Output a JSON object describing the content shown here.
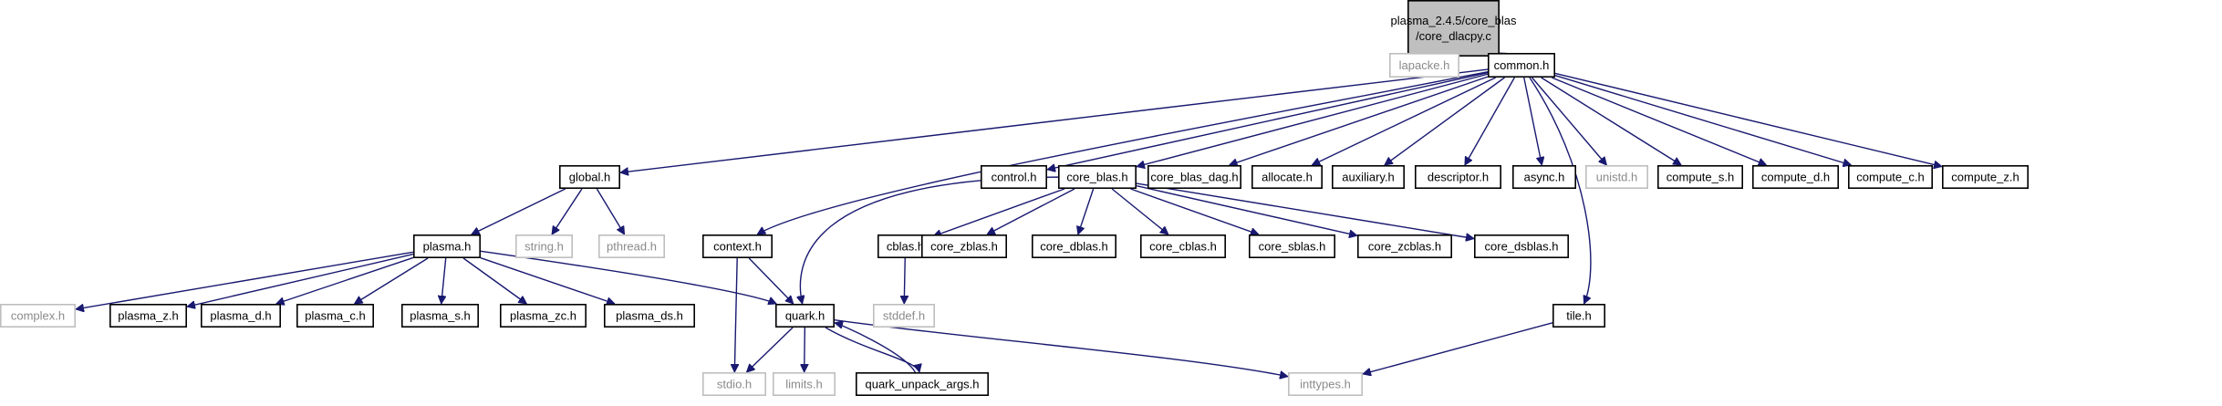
{
  "diagram": {
    "type": "include-dependency-graph",
    "colors": {
      "edge": "#191970",
      "root_fill": "#bfbfbf",
      "node_border": "#000000",
      "external_border": "#bfbfbf",
      "external_text": "#8a8a8a"
    },
    "nodes": [
      {
        "id": "root",
        "lines": [
          "plasma_2.4.5/core_blas",
          "/core_dlacpy.c"
        ],
        "style": "root"
      },
      {
        "id": "lapacke",
        "lines": [
          "lapacke.h"
        ],
        "style": "external"
      },
      {
        "id": "common",
        "lines": [
          "common.h"
        ],
        "style": "normal"
      },
      {
        "id": "global",
        "lines": [
          "global.h"
        ],
        "style": "normal"
      },
      {
        "id": "control",
        "lines": [
          "control.h"
        ],
        "style": "normal"
      },
      {
        "id": "core_blas",
        "lines": [
          "core_blas.h"
        ],
        "style": "normal"
      },
      {
        "id": "core_blas_dag",
        "lines": [
          "core_blas_dag.h"
        ],
        "style": "normal"
      },
      {
        "id": "allocate",
        "lines": [
          "allocate.h"
        ],
        "style": "normal"
      },
      {
        "id": "auxiliary",
        "lines": [
          "auxiliary.h"
        ],
        "style": "normal"
      },
      {
        "id": "descriptor",
        "lines": [
          "descriptor.h"
        ],
        "style": "normal"
      },
      {
        "id": "async",
        "lines": [
          "async.h"
        ],
        "style": "normal"
      },
      {
        "id": "unistd",
        "lines": [
          "unistd.h"
        ],
        "style": "external"
      },
      {
        "id": "compute_s",
        "lines": [
          "compute_s.h"
        ],
        "style": "normal"
      },
      {
        "id": "compute_d",
        "lines": [
          "compute_d.h"
        ],
        "style": "normal"
      },
      {
        "id": "compute_c",
        "lines": [
          "compute_c.h"
        ],
        "style": "normal"
      },
      {
        "id": "compute_z",
        "lines": [
          "compute_z.h"
        ],
        "style": "normal"
      },
      {
        "id": "plasma",
        "lines": [
          "plasma.h"
        ],
        "style": "normal"
      },
      {
        "id": "string",
        "lines": [
          "string.h"
        ],
        "style": "external"
      },
      {
        "id": "pthread",
        "lines": [
          "pthread.h"
        ],
        "style": "external"
      },
      {
        "id": "context",
        "lines": [
          "context.h"
        ],
        "style": "normal"
      },
      {
        "id": "cblas",
        "lines": [
          "cblas.h"
        ],
        "style": "normal"
      },
      {
        "id": "core_zblas",
        "lines": [
          "core_zblas.h"
        ],
        "style": "normal"
      },
      {
        "id": "core_dblas",
        "lines": [
          "core_dblas.h"
        ],
        "style": "normal"
      },
      {
        "id": "core_cblas",
        "lines": [
          "core_cblas.h"
        ],
        "style": "normal"
      },
      {
        "id": "core_sblas",
        "lines": [
          "core_sblas.h"
        ],
        "style": "normal"
      },
      {
        "id": "core_zcblas",
        "lines": [
          "core_zcblas.h"
        ],
        "style": "normal"
      },
      {
        "id": "core_dsblas",
        "lines": [
          "core_dsblas.h"
        ],
        "style": "normal"
      },
      {
        "id": "complex",
        "lines": [
          "complex.h"
        ],
        "style": "external"
      },
      {
        "id": "plasma_z",
        "lines": [
          "plasma_z.h"
        ],
        "style": "normal"
      },
      {
        "id": "plasma_d",
        "lines": [
          "plasma_d.h"
        ],
        "style": "normal"
      },
      {
        "id": "plasma_c",
        "lines": [
          "plasma_c.h"
        ],
        "style": "normal"
      },
      {
        "id": "plasma_s",
        "lines": [
          "plasma_s.h"
        ],
        "style": "normal"
      },
      {
        "id": "plasma_zc",
        "lines": [
          "plasma_zc.h"
        ],
        "style": "normal"
      },
      {
        "id": "plasma_ds",
        "lines": [
          "plasma_ds.h"
        ],
        "style": "normal"
      },
      {
        "id": "quark",
        "lines": [
          "quark.h"
        ],
        "style": "normal"
      },
      {
        "id": "stddef",
        "lines": [
          "stddef.h"
        ],
        "style": "external"
      },
      {
        "id": "tile",
        "lines": [
          "tile.h"
        ],
        "style": "normal"
      },
      {
        "id": "stdio",
        "lines": [
          "stdio.h"
        ],
        "style": "external"
      },
      {
        "id": "limits",
        "lines": [
          "limits.h"
        ],
        "style": "external"
      },
      {
        "id": "quark_unpack_args",
        "lines": [
          "quark_unpack_args.h"
        ],
        "style": "normal"
      },
      {
        "id": "inttypes",
        "lines": [
          "inttypes.h"
        ],
        "style": "external"
      }
    ],
    "edges": [
      [
        "root",
        "lapacke"
      ],
      [
        "root",
        "common"
      ],
      [
        "common",
        "global"
      ],
      [
        "common",
        "control"
      ],
      [
        "common",
        "core_blas"
      ],
      [
        "common",
        "core_blas_dag"
      ],
      [
        "common",
        "allocate"
      ],
      [
        "common",
        "auxiliary"
      ],
      [
        "common",
        "descriptor"
      ],
      [
        "common",
        "async"
      ],
      [
        "common",
        "unistd"
      ],
      [
        "common",
        "compute_s"
      ],
      [
        "common",
        "compute_d"
      ],
      [
        "common",
        "compute_c"
      ],
      [
        "common",
        "compute_z"
      ],
      [
        "common",
        "context"
      ],
      [
        "common",
        "tile"
      ],
      [
        "global",
        "plasma"
      ],
      [
        "global",
        "string"
      ],
      [
        "global",
        "pthread"
      ],
      [
        "plasma",
        "complex"
      ],
      [
        "plasma",
        "plasma_z"
      ],
      [
        "plasma",
        "plasma_d"
      ],
      [
        "plasma",
        "plasma_c"
      ],
      [
        "plasma",
        "plasma_s"
      ],
      [
        "plasma",
        "plasma_zc"
      ],
      [
        "plasma",
        "plasma_ds"
      ],
      [
        "plasma",
        "quark"
      ],
      [
        "context",
        "quark"
      ],
      [
        "context",
        "stdio"
      ],
      [
        "core_blas",
        "quark"
      ],
      [
        "core_blas",
        "cblas"
      ],
      [
        "core_blas",
        "core_zblas"
      ],
      [
        "core_blas",
        "core_dblas"
      ],
      [
        "core_blas",
        "core_cblas"
      ],
      [
        "core_blas",
        "core_sblas"
      ],
      [
        "core_blas",
        "core_zcblas"
      ],
      [
        "core_blas",
        "core_dsblas"
      ],
      [
        "cblas",
        "stddef"
      ],
      [
        "quark",
        "stdio"
      ],
      [
        "quark",
        "limits"
      ],
      [
        "quark",
        "quark_unpack_args"
      ],
      [
        "quark",
        "inttypes"
      ],
      [
        "quark_unpack_args",
        "quark"
      ],
      [
        "tile",
        "inttypes"
      ]
    ]
  }
}
